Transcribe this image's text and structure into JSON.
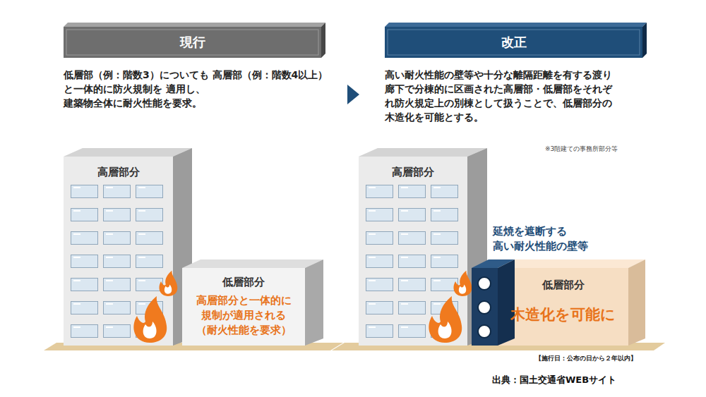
{
  "diagram": {
    "nodes": [
      {
        "text": [
          "現行"
        ]
      },
      {
        "text": [
          "改正"
        ]
      },
      {
        "text": [
          "高層部分"
        ]
      },
      {
        "text": [
          "低層部分",
          "高層部分と一体的に 規制が適用される （耐火性能を要求）"
        ]
      },
      {
        "text": [
          "高層部分"
        ]
      },
      {
        "text": [
          "延焼を遮断する 高い耐火性能の壁等"
        ]
      },
      {
        "text": [
          "低層部分",
          "木造化を可能に"
        ]
      }
    ],
    "labels": [
      "低層部（例：階数3）についても 高層部（例：階数4以上）と一体的に防火規制を 適用し、建築物全体に耐火性能を要求。",
      "高い耐火性能の壁等や十分な離隔距離を有する渡り 廊下で分棟的に区画された高層部・低層部をそれぞ れ防火規定上の別棟として扱うことで、低層部分の 木造化を可能とする。",
      "※3階建ての事務所部分等",
      "【施行日：公布の日から２年以内】",
      "出典：国土交通省WEBサイト"
    ]
  }
}
